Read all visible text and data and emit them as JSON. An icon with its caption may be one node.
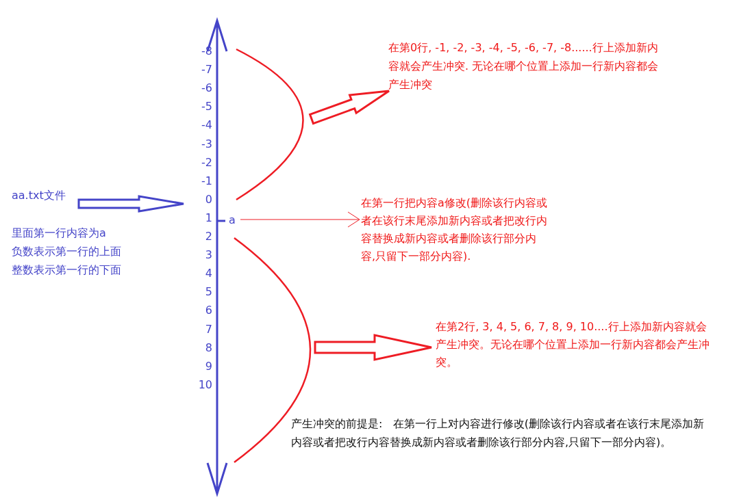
{
  "diagram": {
    "nodes": [
      {
        "text": [
          "aa.txt文件"
        ]
      },
      {
        "text": [
          "a"
        ]
      },
      {
        "text": [
          "在第一行把内容a修改(删除该行内容或者在该行末尾添加新内容或者把改行内容替换成新内容或者删除该行部分内容,只留下一部分内容)."
        ]
      },
      {
        "text": [
          "在第0行, -1, -2, -3, -4, -5, -6, -7, -8......行上添加新内容就会产生冲突.  无论在哪个位置上添加一行新内容都会产生冲突"
        ]
      },
      {
        "text": [
          "在第2行, 3, 4, 5, 6, 7, 8, 9, 10....行上添加新内容就会产生冲突。无论在哪个位置上添加一行新内容都会产生冲突。"
        ]
      }
    ],
    "edges": [
      {
        "from": 0,
        "to": null,
        "arrow": "to",
        "style": "thick"
      },
      {
        "from": 1,
        "to": 2,
        "arrow": "to"
      },
      {
        "from": null,
        "to": 3,
        "arrow": "to",
        "style": "thick"
      },
      {
        "from": null,
        "to": 4,
        "arrow": "to",
        "style": "thick"
      }
    ],
    "labels": [
      "-8",
      "-7",
      "-6",
      "-5",
      "-4",
      "-3",
      "-2",
      "-1",
      "0",
      "1",
      "2",
      "3",
      "4",
      "5",
      "6",
      "7",
      "8",
      "9",
      "10",
      "里面第一行内容为a",
      "负数表示第一行的上面",
      "整数表示第一行的下面",
      "产生冲突的前提是:   在第一行上对内容进行修改(删除该行内容或者在该行末尾添加新内容或者把改行内容替换成新内容或者删除该行部分内容,只留下一部分内容)。"
    ]
  }
}
